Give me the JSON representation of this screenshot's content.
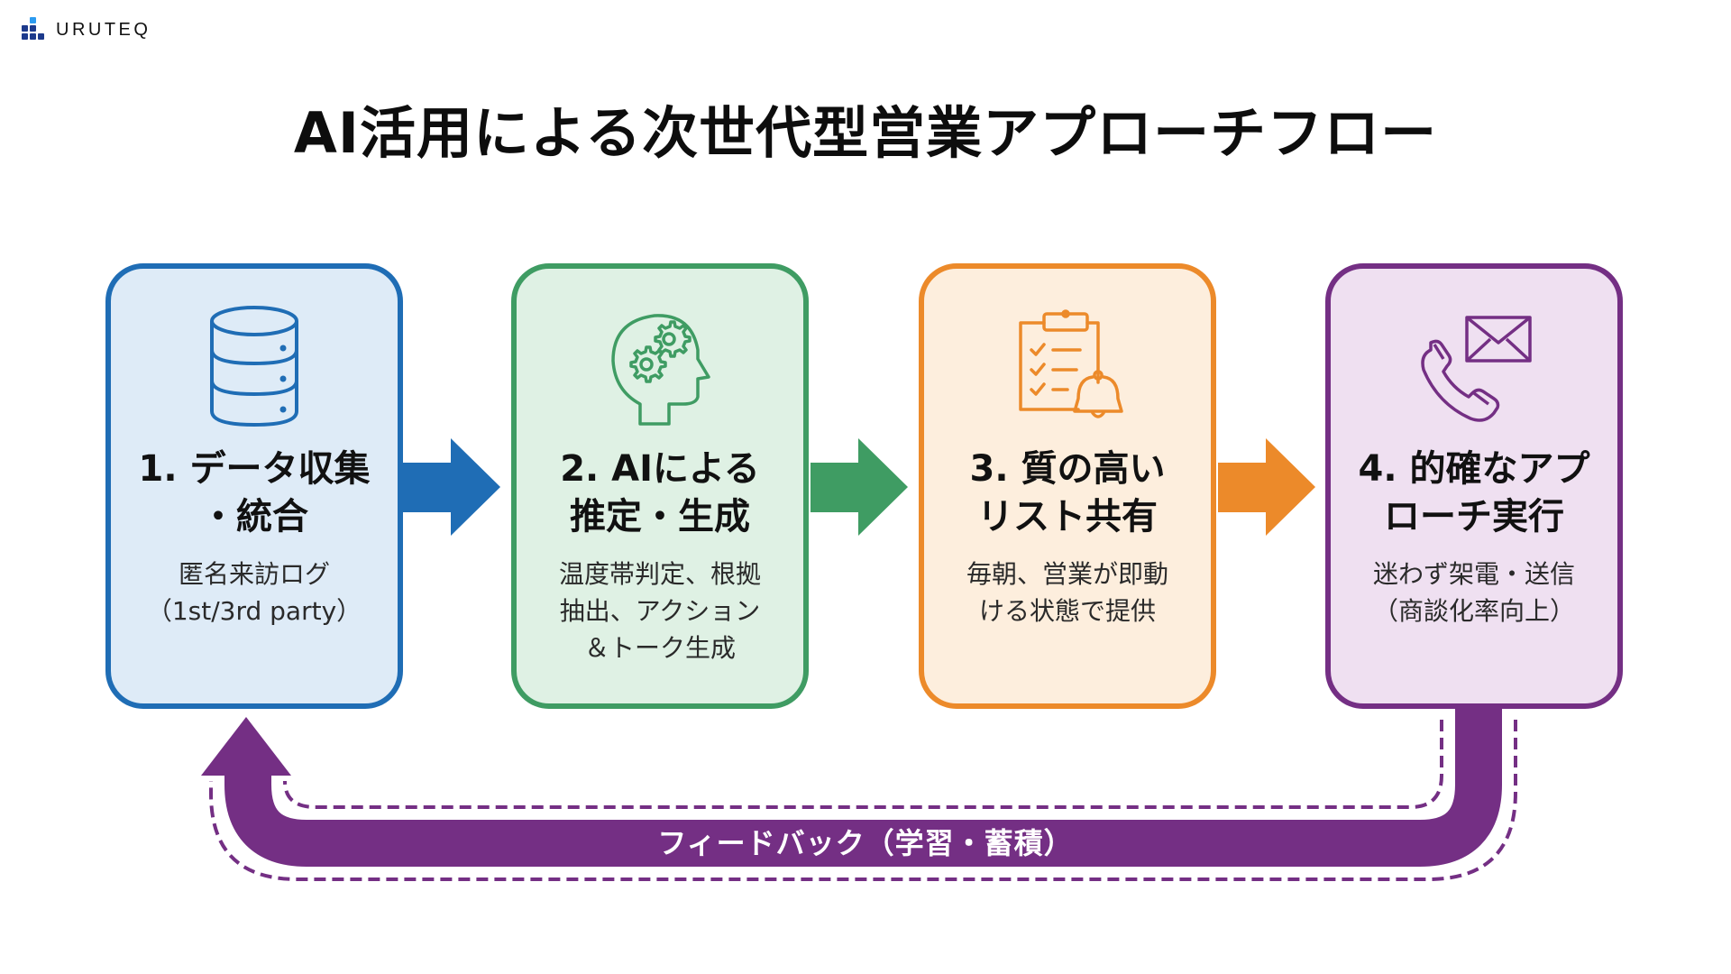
{
  "brand": {
    "name": "URUTEQ",
    "icon": "bar-blocks-logo-icon"
  },
  "title": "AI活用による次世代型営業アプローチフロー",
  "colors": {
    "blue": "#1f6db5",
    "blue_bg": "#deebf7",
    "green": "#3f9c63",
    "green_bg": "#dff1e4",
    "orange": "#ec8a2a",
    "orange_bg": "#fdeedd",
    "purple": "#742f84",
    "purple_bg": "#efe0f1"
  },
  "steps": [
    {
      "title": "1. データ収集\n・統合",
      "desc": "匿名来訪ログ\n（1st/3rd party）",
      "icon": "database-icon",
      "color": "blue"
    },
    {
      "title": "2. AIによる\n推定・生成",
      "desc": "温度帯判定、根拠\n抽出、アクション\n＆トーク生成",
      "icon": "head-gears-icon",
      "color": "green"
    },
    {
      "title": "3. 質の高い\nリスト共有",
      "desc": "毎朝、営業が即動\nける状態で提供",
      "icon": "clipboard-bell-icon",
      "color": "orange"
    },
    {
      "title": "4. 的確なアプ\nローチ実行",
      "desc": "迷わず架電・送信\n（商談化率向上）",
      "icon": "phone-mail-icon",
      "color": "purple"
    }
  ],
  "feedback": {
    "label": "フィードバック（学習・蓄積）"
  }
}
